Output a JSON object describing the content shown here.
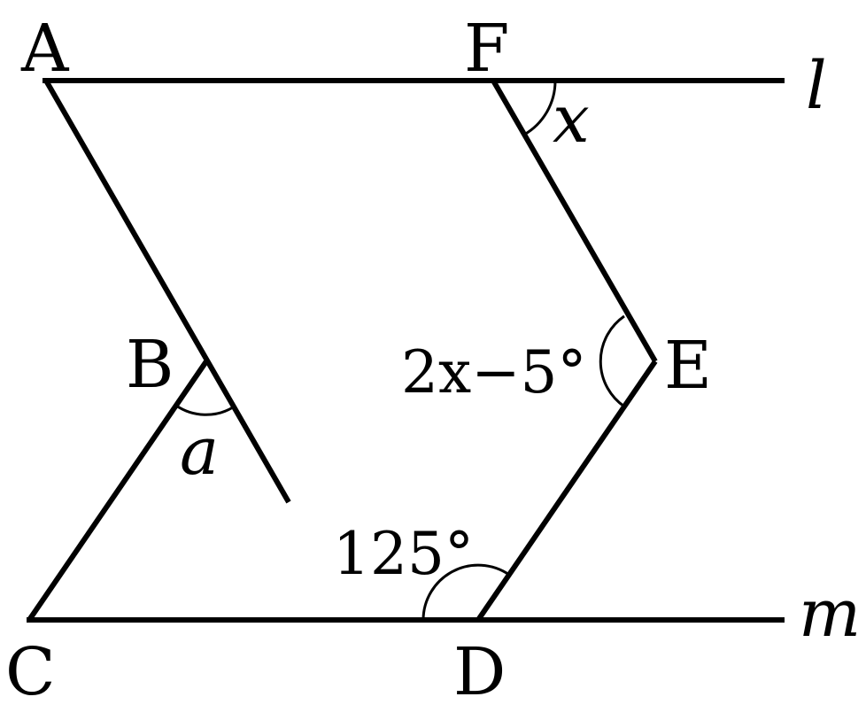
{
  "points": {
    "A": "A",
    "B": "B",
    "C": "C",
    "D": "D",
    "E": "E",
    "F": "F"
  },
  "lines": {
    "l": "l",
    "m": "m"
  },
  "angles": {
    "x": "x",
    "a": "a",
    "e": "2x−5°",
    "d": "125°"
  }
}
